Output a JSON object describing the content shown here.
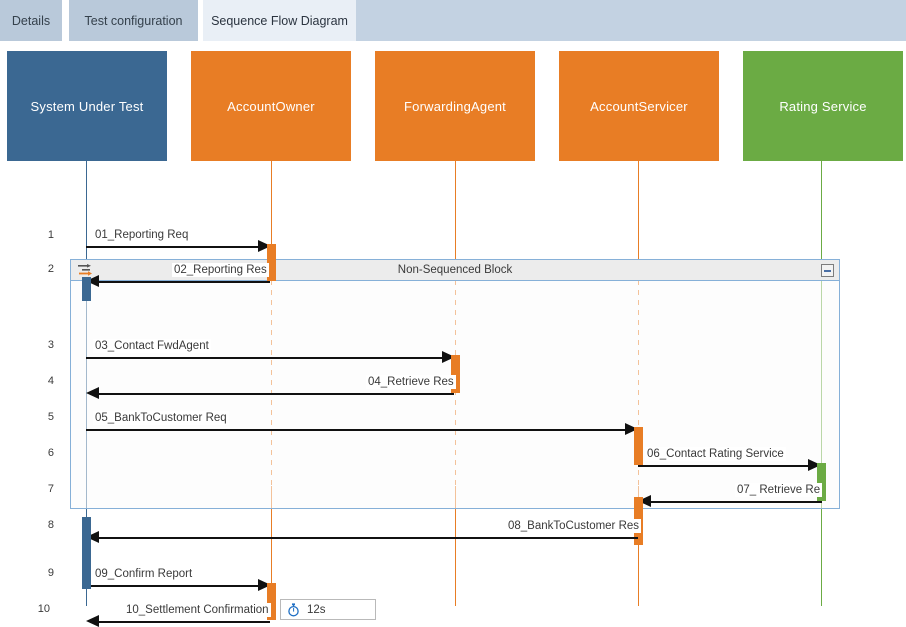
{
  "tabs": [
    {
      "label": "Details",
      "active": false
    },
    {
      "label": "Test configuration",
      "active": false
    },
    {
      "label": "Sequence Flow Diagram",
      "active": true
    }
  ],
  "colors": {
    "sut": "#3b6892",
    "orange": "#e87d25",
    "green": "#6bab44",
    "arrow": "#111111",
    "tab_inactive": "#b9c9da",
    "tab_active": "#e9eff6",
    "tab_bar_bg": "#c3d2e2",
    "block_border": "#86b0d8",
    "block_header": "#ececec",
    "timer_icon": "#1f6fc4"
  },
  "actors": [
    {
      "name": "System Under Test",
      "color_key": "sut"
    },
    {
      "name": "AccountOwner",
      "color_key": "orange"
    },
    {
      "name": "ForwardingAgent",
      "color_key": "orange"
    },
    {
      "name": "AccountServicer",
      "color_key": "orange"
    },
    {
      "name": "Rating Service",
      "color_key": "green"
    }
  ],
  "block": {
    "title": "Non-Sequenced Block",
    "icon": "non-sequenced-block-icon",
    "collapse_icon": "collapse-icon"
  },
  "messages": [
    {
      "num": "1",
      "label": "01_Reporting Req"
    },
    {
      "num": "2",
      "label": "02_Reporting Res"
    },
    {
      "num": "3",
      "label": "03_Contact FwdAgent"
    },
    {
      "num": "4",
      "label": "04_Retrieve Res"
    },
    {
      "num": "5",
      "label": "05_BankToCustomer Req"
    },
    {
      "num": "6",
      "label": "06_Contact Rating Service"
    },
    {
      "num": "7",
      "label": "07_ Retrieve Re"
    },
    {
      "num": "8",
      "label": "08_BankToCustomer Res"
    },
    {
      "num": "9",
      "label": "09_Confirm Report"
    },
    {
      "num": "10",
      "label": "10_Settlement Confirmation"
    }
  ],
  "timer": {
    "value": "12s",
    "icon": "stopwatch-icon"
  }
}
